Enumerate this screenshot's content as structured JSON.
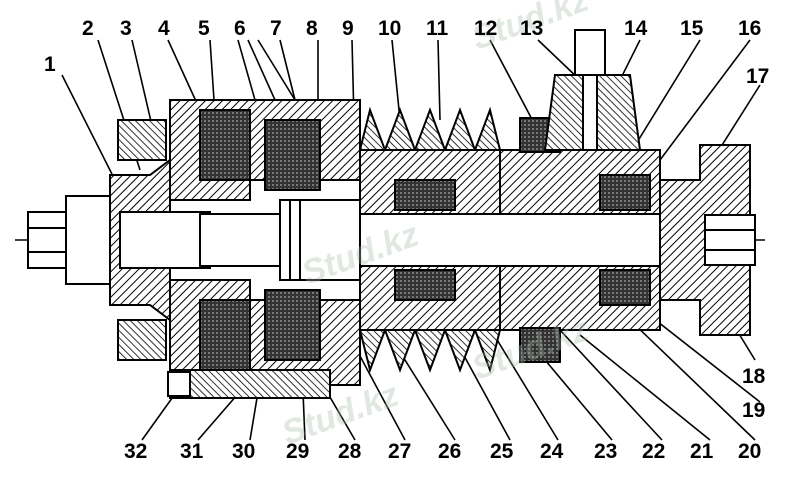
{
  "callouts": [
    "1",
    "2",
    "3",
    "4",
    "5",
    "6",
    "7",
    "8",
    "9",
    "10",
    "11",
    "12",
    "13",
    "14",
    "15",
    "16",
    "17",
    "18",
    "19",
    "20",
    "21",
    "22",
    "23",
    "24",
    "25",
    "26",
    "27",
    "28",
    "29",
    "30",
    "31",
    "32"
  ],
  "watermark": "Stud.kz",
  "colors": {
    "ink": "#000000",
    "paper": "#ffffff",
    "watermark": "#aabeaa"
  }
}
